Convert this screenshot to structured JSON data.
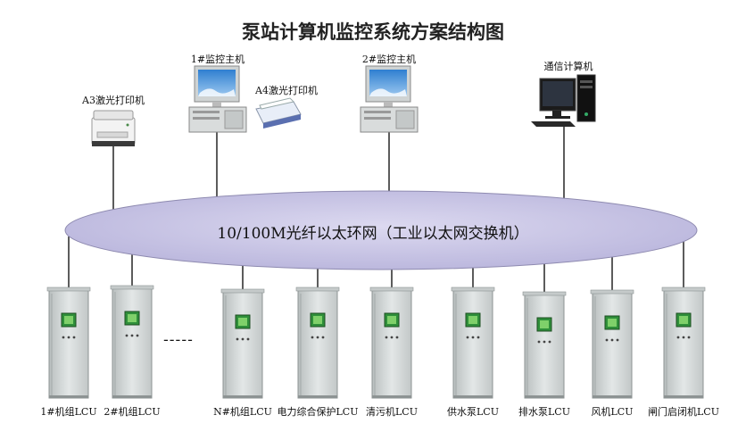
{
  "title": "泵站计算机监控系统方案结构图",
  "network": {
    "label": "10/100M光纤以太环网（工业以太网交换机）"
  },
  "devices": {
    "a3_printer": "A3激光打印机",
    "host1": "1#监控主机",
    "a4_printer": "A4激光打印机",
    "host2": "2#监控主机",
    "comm_pc": "通信计算机"
  },
  "ellipsis": "-----",
  "lcus": [
    "1#机组LCU",
    "2#机组LCU",
    "N#机组LCU",
    "电力综合保护LCU",
    "清污机LCU",
    "供水泵LCU",
    "排水泵LCU",
    "风机LCU",
    "闸门启闭机LCU"
  ],
  "colors": {
    "ring": "#c9c6e6",
    "ring_border": "#8e8ab0",
    "cabinet": "#d7dbdb",
    "screen": "#2f8f3a"
  }
}
